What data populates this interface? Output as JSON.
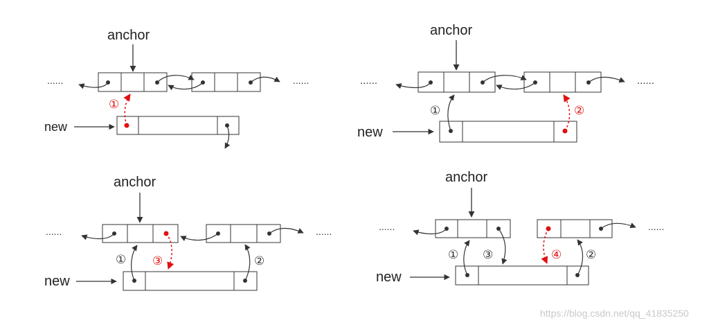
{
  "labels": {
    "anchor": "anchor",
    "new": "new",
    "ellipsis": "......",
    "watermark": "https://blog.csdn.net/qq_41835250"
  },
  "steps": {
    "one": "①",
    "two": "②",
    "three": "③",
    "four": "④"
  },
  "colors": {
    "line": "#333333",
    "highlight": "#e01010",
    "watermark": "#c9c9c9"
  }
}
